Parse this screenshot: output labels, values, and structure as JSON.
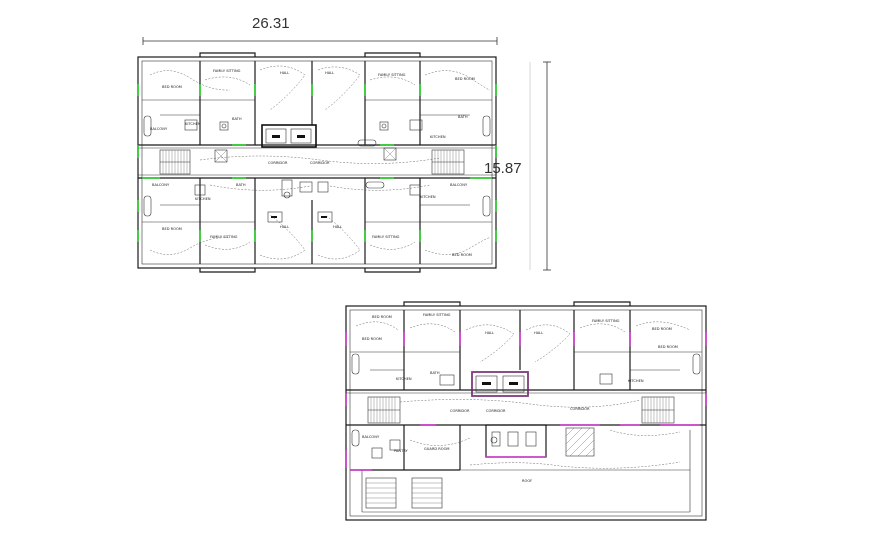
{
  "dimensions": {
    "width": "26.31",
    "height": "15.87"
  },
  "plan_top": {
    "rooms": {
      "bed_room_tl": "BED ROOM",
      "family_sitting_tl": "FAMILY SITTING",
      "hall_tl": "HALL",
      "hall_tr": "HALL",
      "family_sitting_tr": "FAMILY SITTING",
      "bed_room_tr": "BED ROOM",
      "balcony_l": "BALCONY",
      "kitchen_l": "KITCHEN",
      "bath_l": "BATH",
      "bath_r": "BATH",
      "kitchen_r": "KITCHEN",
      "corridor_1": "CORRIDOR",
      "corridor_2": "CORRIDOR",
      "balcony_bl": "BALCONY",
      "kitchen_bl": "KITCHEN",
      "bath_bl": "BATH",
      "kitchen_br": "KITCHEN",
      "balcony_br": "BALCONY",
      "bed_room_bl": "BED ROOM",
      "family_sitting_bl": "FAMILY SITTING",
      "hall_bl": "HALL",
      "hall_br": "HALL",
      "family_sitting_br": "FAMILY SITTING",
      "bed_room_br": "BED ROOM"
    }
  },
  "plan_bottom": {
    "rooms": {
      "bed_room_tl": "BED ROOM",
      "family_sitting_tl": "FAMILY SITTING",
      "hall_tl": "HALL",
      "hall_tr": "HALL",
      "family_sitting_tr": "FAMILY SITTING",
      "bed_room_tr": "BED ROOM",
      "bed_room_l": "BED ROOM",
      "bed_room_r": "BED ROOM",
      "kitchen_l": "KITCHEN",
      "bath_l": "BATH",
      "kitchen_r": "KITCHEN",
      "corridor_1": "CORRIDOR",
      "corridor_2": "CORRIDOR",
      "corridor_3": "CORRIDOR",
      "balcony_l": "BALCONY",
      "pantry": "PANTRY",
      "guard_room": "GUARD ROOM",
      "roof": "ROOF"
    }
  },
  "colors": {
    "wall": "#1a1a1a",
    "top_plan_accent": "#22cc22",
    "bottom_plan_accent": "#cc33cc",
    "background": "#ffffff"
  }
}
